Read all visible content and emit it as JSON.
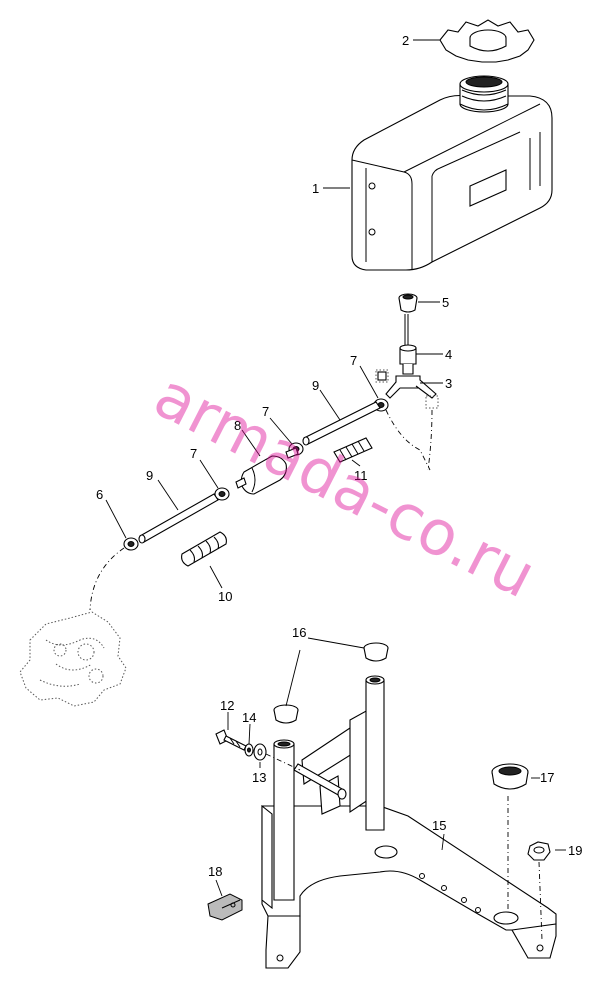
{
  "labels": {
    "p1": "1",
    "p2": "2",
    "p3": "3",
    "p4": "4",
    "p5": "5",
    "p6": "6",
    "p7a": "7",
    "p7b": "7",
    "p7c": "7",
    "p8": "8",
    "p9a": "9",
    "p9b": "9",
    "p10": "10",
    "p11": "11",
    "p12": "12",
    "p13": "13",
    "p14": "14",
    "p15": "15",
    "p16": "16",
    "p17": "17",
    "p18": "18",
    "p19": "19"
  },
  "watermark": "armada-co.ru"
}
